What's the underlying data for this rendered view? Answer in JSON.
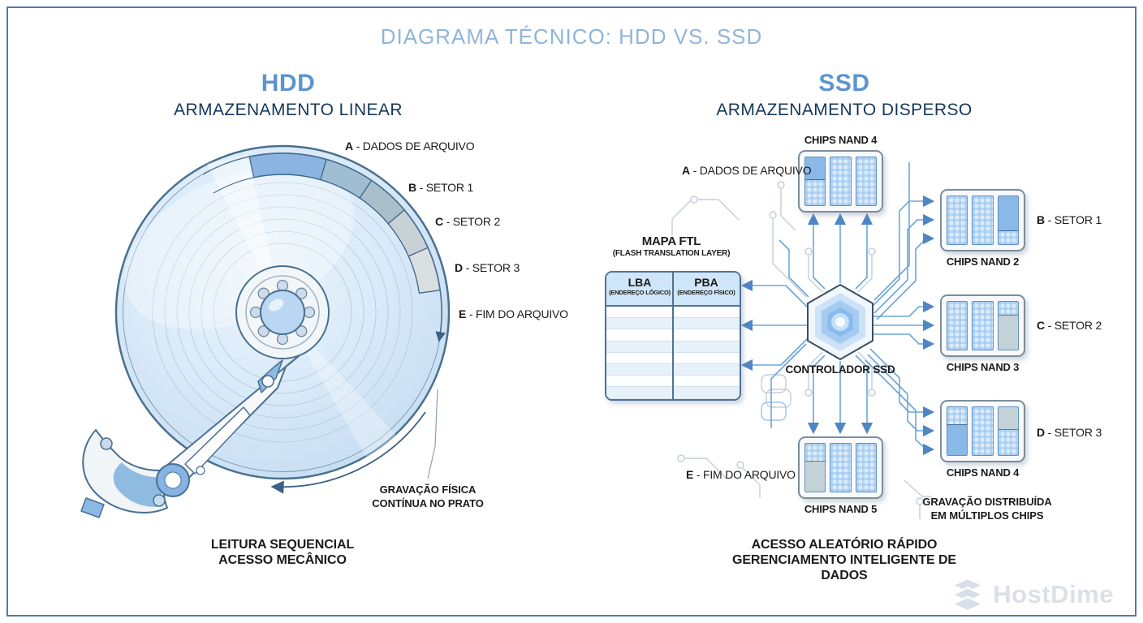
{
  "title": "DIAGRAMA TÉCNICO: HDD VS. SSD",
  "hdd": {
    "heading": "HDD",
    "subheading": "ARMAZENAMENTO LINEAR",
    "callouts": [
      {
        "letter": "A",
        "text": "- DADOS DE ARQUIVO"
      },
      {
        "letter": "B",
        "text": "- SETOR 1"
      },
      {
        "letter": "C",
        "text": "- SETOR 2"
      },
      {
        "letter": "D",
        "text": "- SETOR 3"
      },
      {
        "letter": "E",
        "text": "- FIM DO ARQUIVO"
      }
    ],
    "platter_note_line1": "GRAVAÇÃO FÍSICA",
    "platter_note_line2": "CONTÍNUA NO PRATO",
    "footer_line1": "LEITURA SEQUENCIAL",
    "footer_line2": "ACESSO MECÂNICO"
  },
  "ssd": {
    "heading": "SSD",
    "subheading": "ARMAZENAMENTO DISPERSO",
    "controller_label": "CONTROLADOR SSD",
    "ftl": {
      "title": "MAPA FTL",
      "subtitle": "(FLASH TRANSLATION LAYER)",
      "columns": [
        {
          "name": "LBA",
          "sub": "(ENDEREÇO LÓGICO)"
        },
        {
          "name": "PBA",
          "sub": "(ENDEREÇO FÍSICO)"
        }
      ]
    },
    "chips": [
      {
        "label": "CHIPS NAND 4"
      },
      {
        "label": "CHIPS NAND 2"
      },
      {
        "label": "CHIPS NAND 3"
      },
      {
        "label": "CHIPS NAND 4"
      },
      {
        "label": "CHIPS NAND 5"
      }
    ],
    "callouts": [
      {
        "letter": "A",
        "text": "- DADOS DE ARQUIVO"
      },
      {
        "letter": "B",
        "text": "- SETOR 1"
      },
      {
        "letter": "C",
        "text": "- SETOR 2"
      },
      {
        "letter": "D",
        "text": "- SETOR 3"
      },
      {
        "letter": "E",
        "text": "- FIM DO ARQUIVO"
      }
    ],
    "distribution_note_line1": "GRAVAÇÃO DISTRIBUÍDA",
    "distribution_note_line2": "EM MÚLTIPLOS CHIPS",
    "footer_line1": "ACESSO ALEATÓRIO RÁPIDO",
    "footer_line2": "GERENCIAMENTO INTELIGENTE DE DADOS"
  },
  "logo": {
    "text": "HostDime"
  },
  "colors": {
    "frame": "#4c7bb0",
    "accent_blue": "#5c95ce",
    "navy": "#14375c",
    "title_blue": "#8fb5da"
  }
}
